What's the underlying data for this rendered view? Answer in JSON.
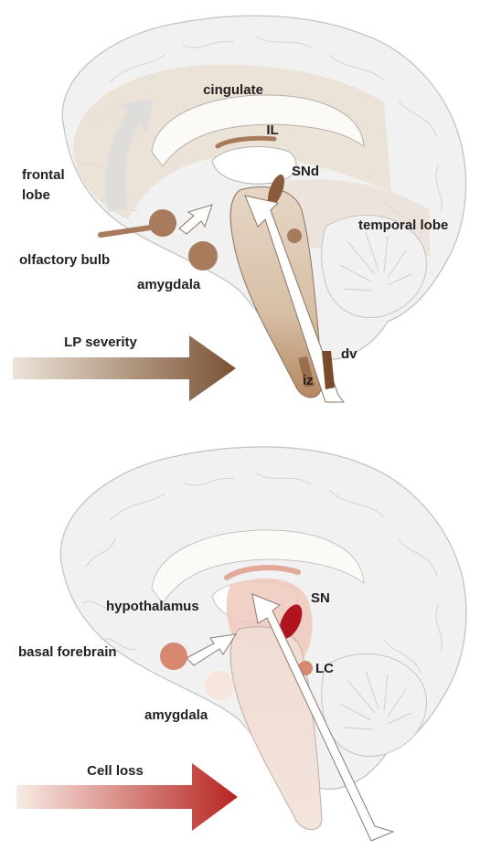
{
  "panel_top": {
    "labels": {
      "cingulate": "cingulate",
      "il": "IL",
      "snd": "SNd",
      "frontal_lobe_line1": "frontal",
      "frontal_lobe_line2": "lobe",
      "temporal_lobe": "temporal lobe",
      "olfactory_bulb": "olfactory bulb",
      "amygdala": "amygdala",
      "dv": "dv",
      "iz": "iz"
    },
    "gradient_arrow": {
      "label": "LP severity",
      "color_start": "#ede4d8",
      "color_end": "#7a5234"
    }
  },
  "panel_bottom": {
    "labels": {
      "hypothalamus": "hypothalamus",
      "sn": "SN",
      "basal_forebrain": "basal forebrain",
      "lc": "LC",
      "amygdala": "amygdala"
    },
    "gradient_arrow": {
      "label": "Cell loss",
      "color_start": "#f7ece4",
      "color_end": "#b82421"
    }
  },
  "colors": {
    "brain_fill": "#f1f1f1",
    "brain_outline": "#c4c4c4",
    "tan_region": "#e4d4c4",
    "brown_dark": "#8a5a3c",
    "brown_mid": "#a77b5c",
    "salmon": "#d88870",
    "red_dark": "#b0141c"
  }
}
